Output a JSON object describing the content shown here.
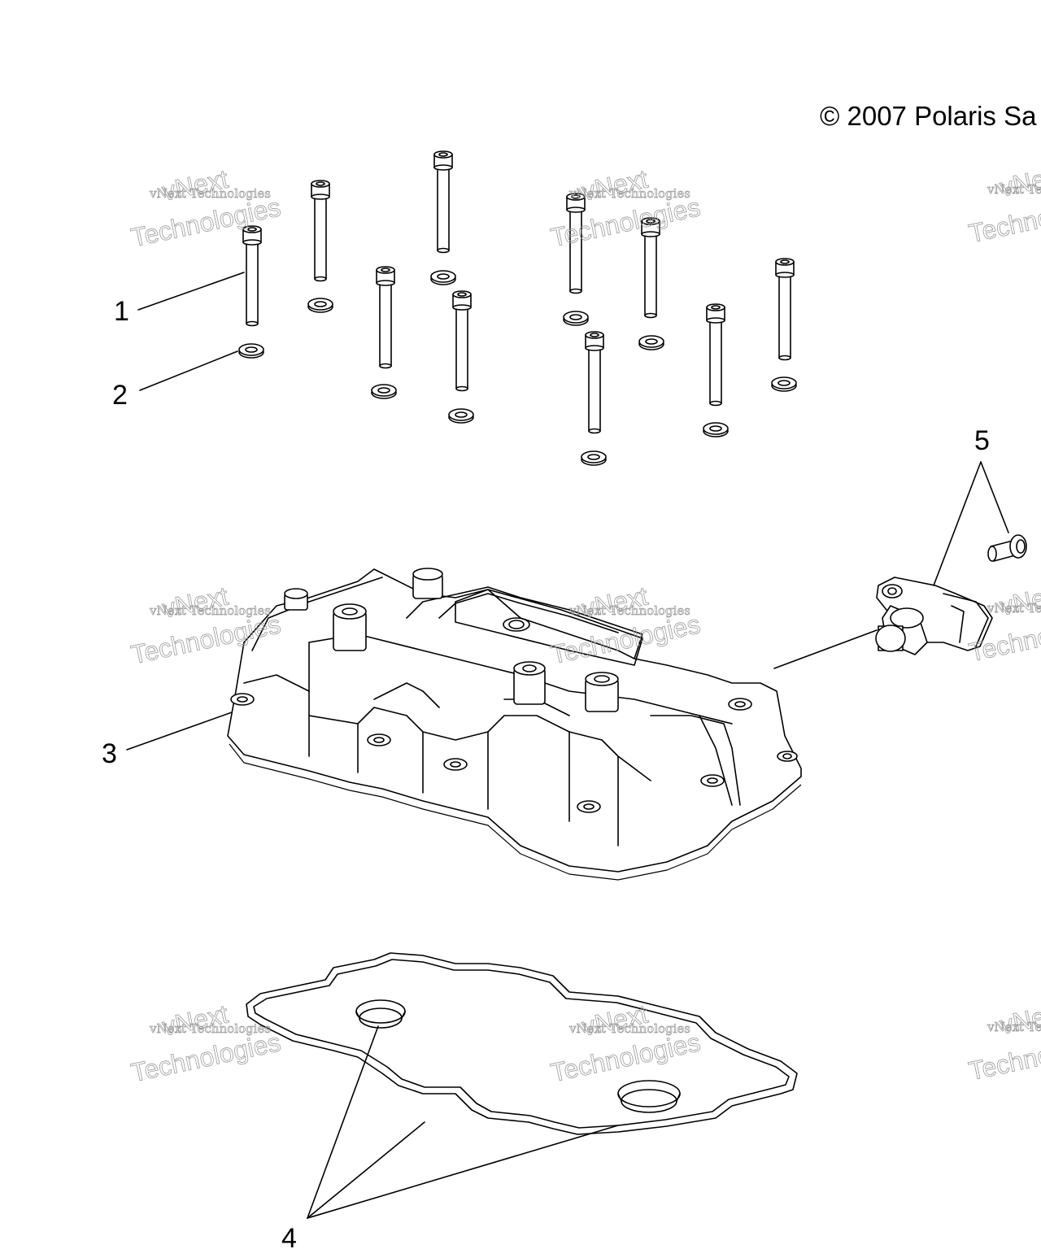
{
  "copyright": "© 2007 Polaris Sa",
  "watermark": {
    "line_small": "vNext Technologies",
    "line_big_1": "vNext",
    "line_big_2": "Technologies"
  },
  "callouts": [
    {
      "id": "1",
      "label": "1"
    },
    {
      "id": "2",
      "label": "2"
    },
    {
      "id": "3",
      "label": "3"
    },
    {
      "id": "4",
      "label": "4"
    },
    {
      "id": "5",
      "label": "5"
    }
  ]
}
